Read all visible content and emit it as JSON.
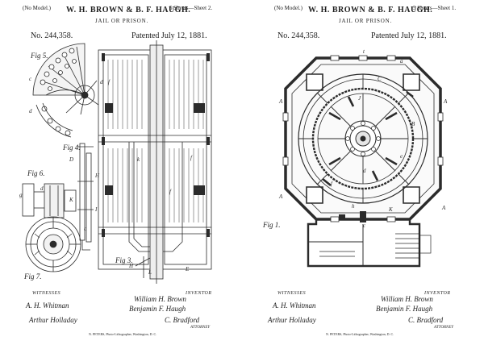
{
  "left_sheet": {
    "model_note": "(No Model.)",
    "sheet_info": "5 Sheets—Sheet 2.",
    "inventors": "W. H. BROWN & B. F. HAUGH.",
    "title": "JAIL OR PRISON.",
    "patent_no": "No. 244,358.",
    "patent_date": "Patented July 12, 1881.",
    "witnesses_heading": "WITNESSES",
    "inventor_heading": "INVENTOR",
    "witness_signatures": [
      "A. H. Whitman",
      "Arthur Holladay"
    ],
    "inventor_signatures": [
      "William H. Brown",
      "Benjamin F. Haugh"
    ],
    "attorney_signature": "C. Bradford",
    "attorney_label": "ATTORNEY",
    "figure_labels": [
      "Fig 5.",
      "Fig 6.",
      "Fig 4.",
      "Fig 3.",
      "Fig 7."
    ],
    "fine_print": "N. PETERS, Photo-Lithographer, Washington, D. C."
  },
  "right_sheet": {
    "model_note": "(No Model.)",
    "sheet_info": "5 Sheets—Sheet 1.",
    "inventors": "W. H. BROWN & B. F. HAUGH.",
    "title": "JAIL OR PRISON.",
    "patent_no": "No. 244,358.",
    "patent_date": "Patented July 12, 1881.",
    "witnesses_heading": "WITNESSES",
    "inventor_heading": "INVENTOR",
    "witness_signatures": [
      "A. H. Whitman",
      "Arthur Holladay"
    ],
    "inventor_signatures": [
      "William H. Brown",
      "Benjamin F. Haugh"
    ],
    "attorney_signature": "C. Bradford",
    "attorney_label": "ATTORNEY",
    "figure_labels": [
      "Fig 1."
    ],
    "fine_print": "N. PETERS, Photo-Lithographer, Washington, D. C."
  }
}
